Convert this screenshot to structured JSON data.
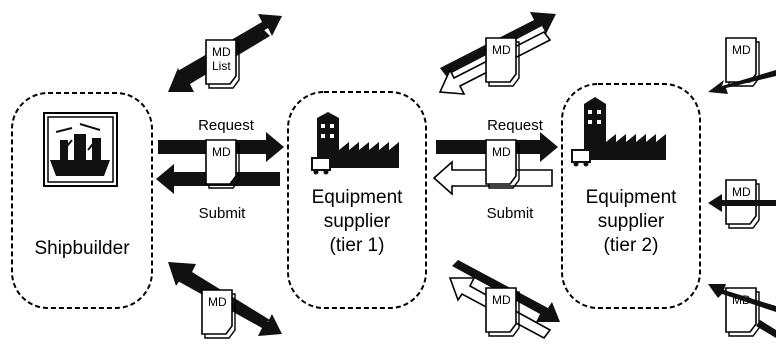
{
  "nodes": {
    "shipbuilder": {
      "label": "Shipbuilder"
    },
    "tier1": {
      "line1": "Equipment",
      "line2": "supplier",
      "line3": "(tier 1)"
    },
    "tier2": {
      "line1": "Equipment",
      "line2": "supplier",
      "line3": "(tier 2)"
    }
  },
  "edges": {
    "request_1": "Request",
    "submit_1": "Submit",
    "request_2": "Request",
    "submit_2": "Submit"
  },
  "documents": {
    "md": "MD",
    "md_list_line1": "MD",
    "md_list_line2": "List"
  },
  "icons": [
    "ship-icon",
    "factory-icon",
    "document-icon",
    "arrow-icon"
  ],
  "colors": {
    "stroke": "#000000",
    "fill": "#ffffff",
    "dark": "#111111"
  }
}
